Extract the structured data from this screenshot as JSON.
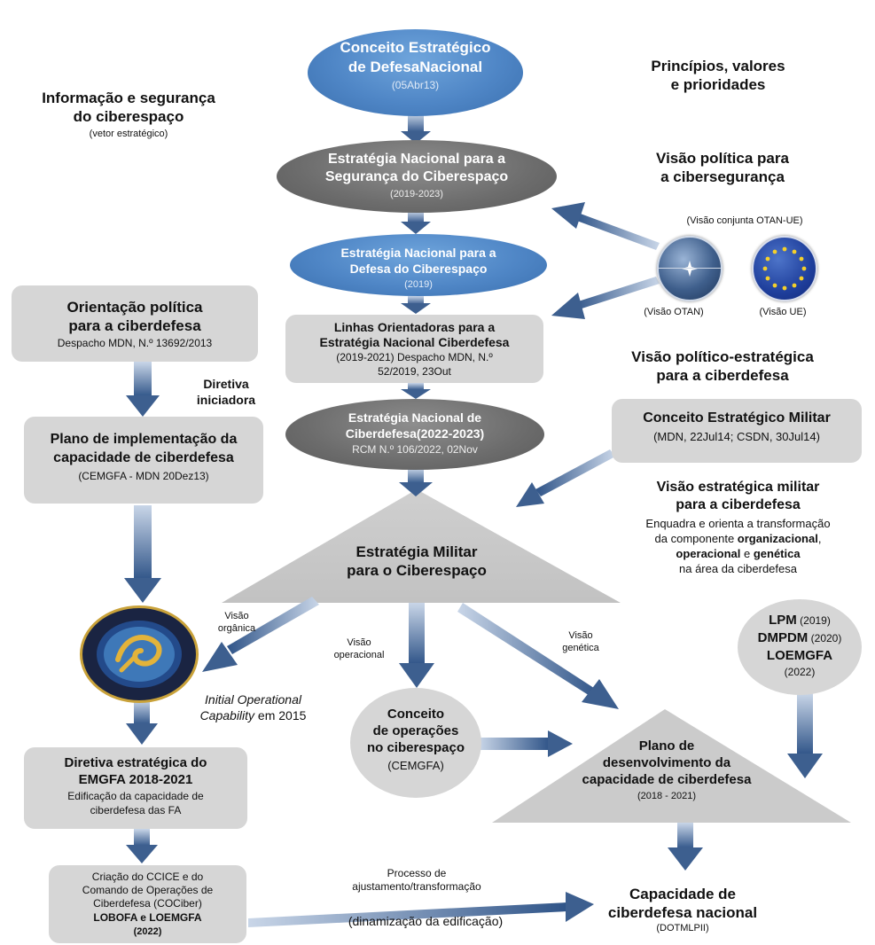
{
  "top": {
    "title_l1": "Conceito Estratégico",
    "title_l2": "de DefesaNacional",
    "date": "(05Abr13)"
  },
  "principles": {
    "l1": "Princípios, valores",
    "l2": "e prioridades"
  },
  "info_security": {
    "l1": "Informação e segurança",
    "l2": "do ciberespaço",
    "sub": "(vetor estratégico)"
  },
  "ensc": {
    "l1": "Estratégia Nacional para a",
    "l2": "Segurança do Ciberespaço",
    "date": "(2019-2023)"
  },
  "political_vision": {
    "l1": "Visão política para",
    "l2": "a cibersegurança"
  },
  "otan_ue": {
    "joint": "(Visão conjunta OTAN-UE)",
    "otan": "(Visão OTAN)",
    "ue": "(Visão UE)"
  },
  "endc": {
    "l1": "Estratégia Nacional para a",
    "l2": "Defesa do Ciberespaço",
    "date": "(2019)"
  },
  "political_orientation": {
    "l1": "Orientação política",
    "l2": "para a ciberdefesa",
    "l3": "Despacho MDN, N.º 13692/2013"
  },
  "guidelines": {
    "l1": "Linhas Orientadoras para a",
    "l2": "Estratégia Nacional Ciberdefesa",
    "l3": "(2019-2021) Despacho MDN, N.º",
    "l4": "52/2019, 23Out"
  },
  "political_strategic_vision": {
    "l1": "Visão político-estratégica",
    "l2": "para a ciberdefesa"
  },
  "initiating_directive": {
    "l1": "Diretiva",
    "l2": "iniciadora"
  },
  "implementation_plan": {
    "l1": "Plano de implementação da",
    "l2": "capacidade de ciberdefesa",
    "l3": "(CEMGFA - MDN 20Dez13)"
  },
  "national_strategy_cyberdefense": {
    "l1": "Estratégia Nacional de",
    "l2": "Ciberdefesa(2022-2023)",
    "l3": "RCM N.º 106/2022, 02Nov"
  },
  "military_concept": {
    "l1": "Conceito Estratégico Militar",
    "l2": "(MDN, 22Jul14; CSDN, 30Jul14)"
  },
  "military_vision": {
    "l1": "Visão estratégica militar",
    "l2": "para a ciberdefesa",
    "d1": "Enquadra e orienta a transformação",
    "d2a": "da componente ",
    "d2b": "organizacional",
    "d2c": ",",
    "d3a": "operacional",
    "d3b": " e ",
    "d3c": "genética",
    "d4": "na área da ciberdefesa"
  },
  "military_strategy": {
    "l1": "Estratégia Militar",
    "l2": "para o Ciberespaço"
  },
  "visions": {
    "organic_l1": "Visão",
    "organic_l2": "orgânica",
    "operational_l1": "Visão",
    "operational_l2": "operacional",
    "genetic_l1": "Visão",
    "genetic_l2": "genética"
  },
  "laws": {
    "lpm": "LPM",
    "lpm_year": " (2019)",
    "dmpdm": "DMPDM",
    "dmpdm_year": " (2020)",
    "loemgfa": "LOEMGFA",
    "loemgfa_year": "(2022)"
  },
  "ioc": {
    "l1": "Initial Operational",
    "l2a": "Capability",
    "l2b": " em 2015"
  },
  "ops_concept": {
    "l1": "Conceito",
    "l2": "de operações",
    "l3": "no ciberespaço",
    "l4": "(CEMGFA)"
  },
  "dev_plan": {
    "l1": "Plano de",
    "l2": "desenvolvimento da",
    "l3": "capacidade de ciberdefesa",
    "l4": "(2018 - 2021)"
  },
  "emgfa_directive": {
    "l1": "Diretiva estratégica do",
    "l2": "EMGFA 2018-2021",
    "l3": "Edificação da capacidade de",
    "l4": "ciberdefesa das FA"
  },
  "ccice": {
    "l1": "Criação do CCICE e do",
    "l2": "Comando de Operações de",
    "l3": "Ciberdefesa (COCiber)",
    "l4": "LOBOFA e LOEMGFA",
    "l5": "(2022)"
  },
  "process": {
    "l1": "Processo de",
    "l2": "ajustamento/transformação",
    "l3": "(dinamização da edificação)"
  },
  "national_capability": {
    "l1": "Capacidade de",
    "l2": "ciberdefesa nacional",
    "l3": "(DOTMLPII)"
  },
  "colors": {
    "blue": "#4f86c6",
    "dark_gray": "#6c6c6c",
    "light_gray": "#d6d6d6",
    "arrow": "#3d5f8f"
  }
}
